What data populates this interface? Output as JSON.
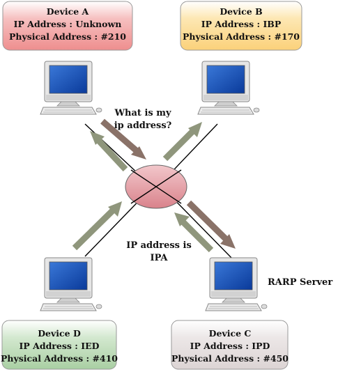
{
  "devices": {
    "a": {
      "name": "Device A",
      "ip": "IP Address : Unknown",
      "mac": "Physical Address : #210",
      "color": "#f19a9a"
    },
    "b": {
      "name": "Device B",
      "ip": "IP Address : IBP",
      "mac": "Physical Address : #170",
      "color": "#fcd98a"
    },
    "c": {
      "name": "Device C",
      "ip": "IP Address : IPD",
      "mac": "Physical Address : #450",
      "color": "#e4dede"
    },
    "d": {
      "name": "Device D",
      "ip": "IP Address : IED",
      "mac": "Physical Address : #410",
      "color": "#bcd9b7"
    }
  },
  "messages": {
    "request_line1": "What is my",
    "request_line2": "ip address?",
    "reply_line1": "IP address is",
    "reply_line2": "IPA"
  },
  "server_label": "RARP  Server",
  "colors": {
    "request_arrow": "#8a7268",
    "reply_arrow": "#8f967c",
    "hub_fill": "#e8a0a6",
    "link_line": "#000000"
  },
  "icons": [
    "computer-icon",
    "hub-icon"
  ]
}
